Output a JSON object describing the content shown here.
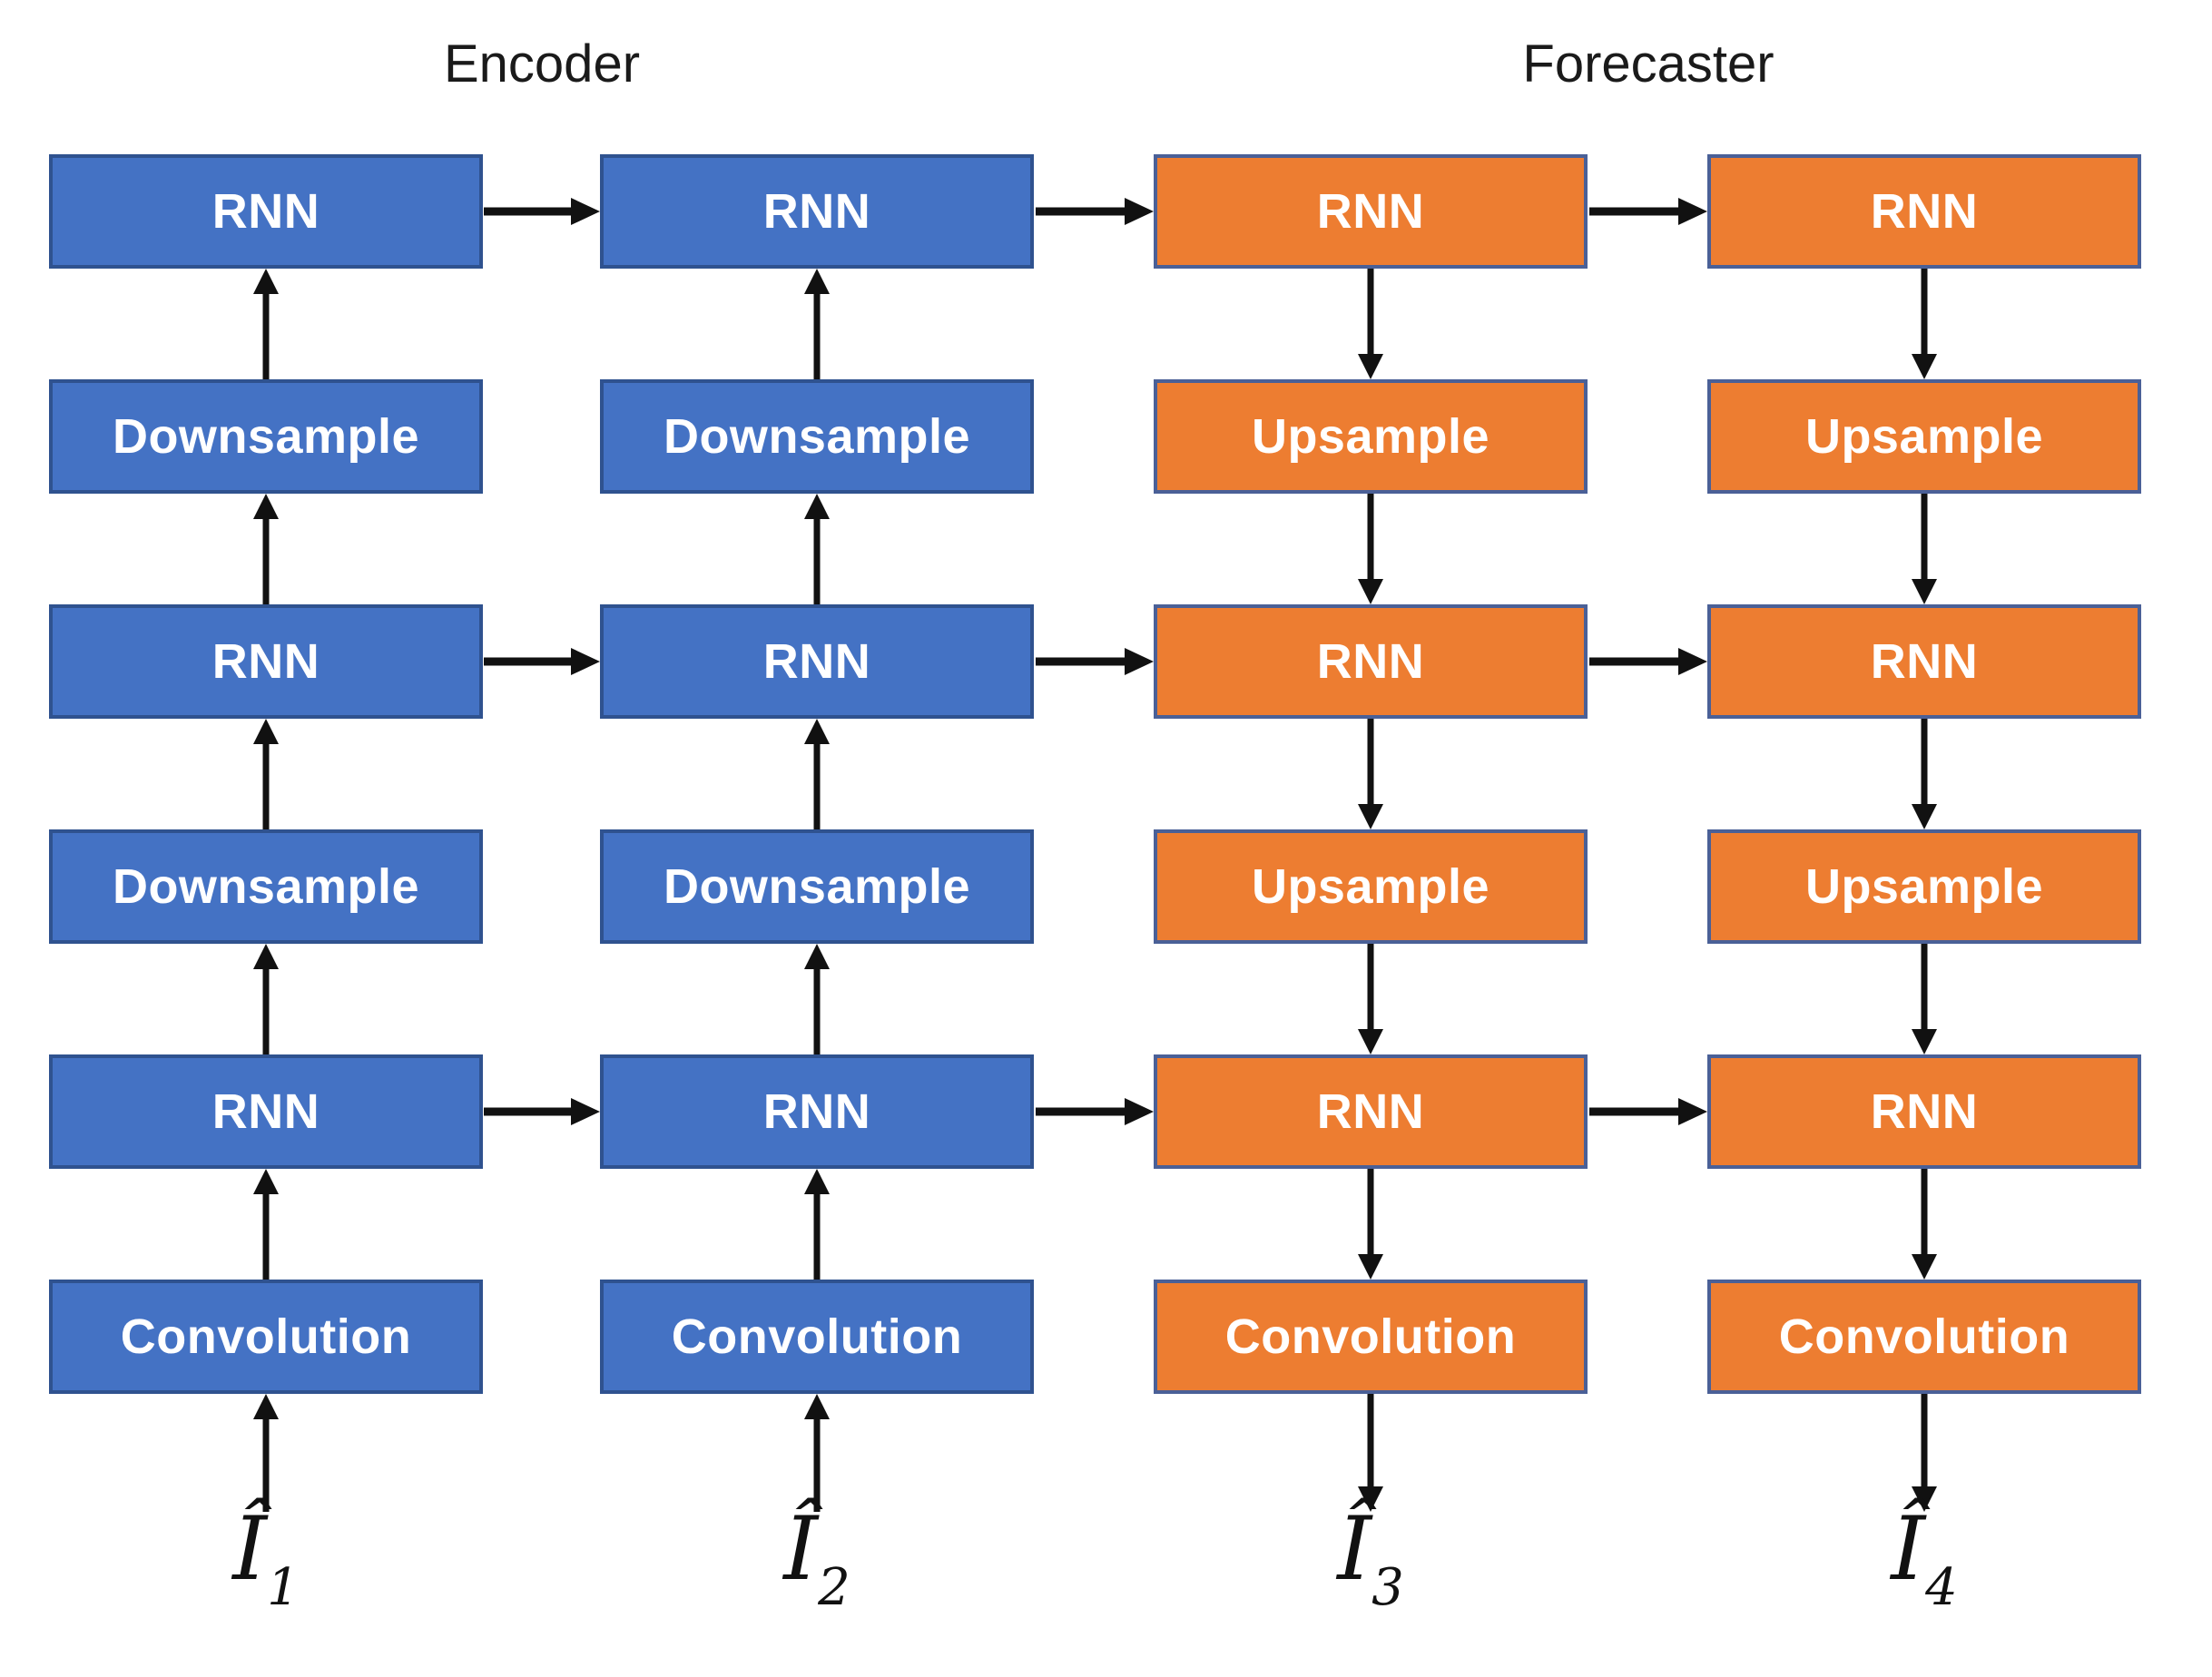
{
  "titles": {
    "encoder": "Encoder",
    "forecaster": "Forecaster"
  },
  "columns": [
    {
      "section": "encoder",
      "flow": "up",
      "blocks": [
        "RNN",
        "Downsample",
        "RNN",
        "Downsample",
        "RNN",
        "Convolution"
      ],
      "output_label": "Î",
      "output_sub": "1"
    },
    {
      "section": "encoder",
      "flow": "up",
      "blocks": [
        "RNN",
        "Downsample",
        "RNN",
        "Downsample",
        "RNN",
        "Convolution"
      ],
      "output_label": "Î",
      "output_sub": "2"
    },
    {
      "section": "forecaster",
      "flow": "down",
      "blocks": [
        "RNN",
        "Upsample",
        "RNN",
        "Upsample",
        "RNN",
        "Convolution"
      ],
      "output_label": "Î",
      "output_sub": "3"
    },
    {
      "section": "forecaster",
      "flow": "down",
      "blocks": [
        "RNN",
        "Upsample",
        "RNN",
        "Upsample",
        "RNN",
        "Convolution"
      ],
      "output_label": "Î",
      "output_sub": "4"
    }
  ],
  "colors": {
    "encoder_fill": "#4472C4",
    "encoder_border": "#2F528F",
    "forecaster_fill": "#ED7D31",
    "forecaster_border": "#4A6097",
    "arrow": "#111111",
    "box_text": "#FFFFFF",
    "title_text": "#1A1A1A",
    "label_text": "#111111"
  }
}
